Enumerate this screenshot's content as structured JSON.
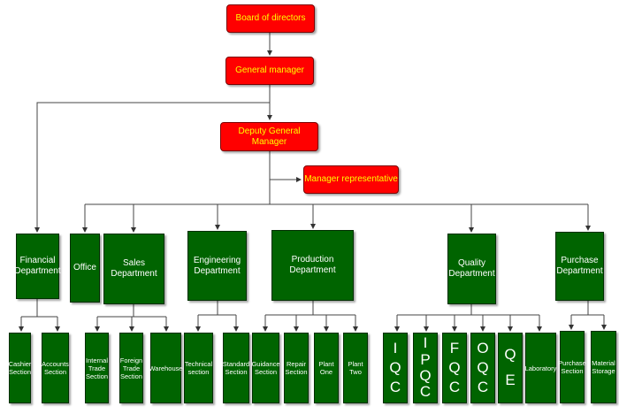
{
  "top": {
    "board": "Board of directors",
    "general_manager": "General manager",
    "deputy_general_manager": "Deputy General Manager",
    "manager_representative": "Manager representative"
  },
  "departments": {
    "financial": "Financial\nDepartment",
    "office": "Office",
    "sales": "Sales\nDepartment",
    "engineering": "Engineering\nDepartment",
    "production": "Production\nDepartment",
    "quality": "Quality\nDepartment",
    "purchase": "Purchase\nDepartment"
  },
  "sections": {
    "cashier": "Cashier\nSection",
    "accounts": "Accounts\nSection",
    "internal_trade": "Internal\nTrade\nSection",
    "foreign_trade": "Foreign\nTrade\nSection",
    "warehouse": "Warehouse",
    "technical": "Technical\nsection",
    "standard": "Standard\nSection",
    "guidance": "Guidance\nSection",
    "repair": "Repair\nSection",
    "plant_one": "Plant\nOne",
    "plant_two": "Plant\nTwo",
    "iqc": "I\nQ\nC",
    "ipqc": "I\nP\nQ\nC",
    "fqc": "F\nQ\nC",
    "oqc": "O\nQ\nC",
    "qe": "Q\nE",
    "laboratory": "Laboratory",
    "purchase_section": "Purchase\nSection",
    "material_storage": "Material\nStorage"
  }
}
